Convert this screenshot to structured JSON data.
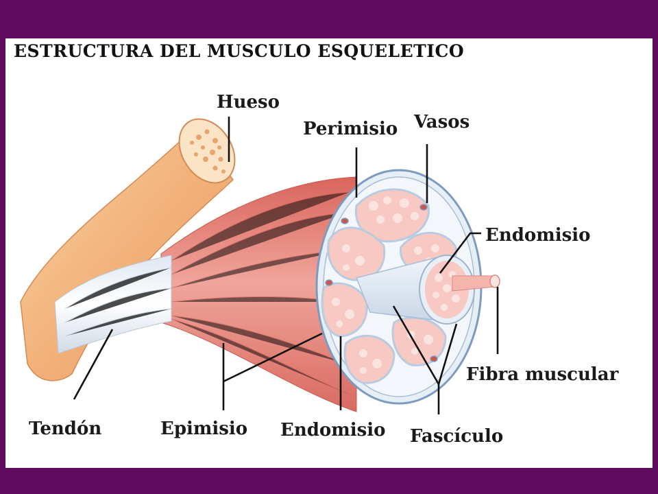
{
  "title": "ESTRUCTURA DEL MUSCULO ESQUELETICO",
  "labels": {
    "hueso": "Hueso",
    "perimisio": "Perimisio",
    "vasos": "Vasos",
    "endomisio_top": "Endomisio",
    "fibra_muscular": "Fibra muscular",
    "tendon": "Tendón",
    "epimisio": "Epimisio",
    "endomisio_bottom": "Endomisio",
    "fasciculo": "Fascículo"
  },
  "colors": {
    "frame": "#5d0a5f",
    "muscle": "#e98a82",
    "bone": "#f4b87a",
    "tendon": "#eef2f7",
    "fascicle": "#f7c9c2"
  }
}
